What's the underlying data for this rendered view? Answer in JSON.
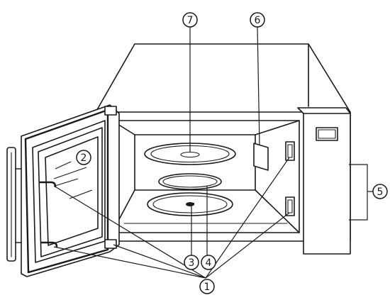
{
  "callouts": {
    "door_hooks": "1",
    "door_window": "2",
    "turntable_shaft": "3",
    "roller_ring": "4",
    "control_panel": "5",
    "waveguide_cover": "6",
    "glass_tray": "7"
  }
}
